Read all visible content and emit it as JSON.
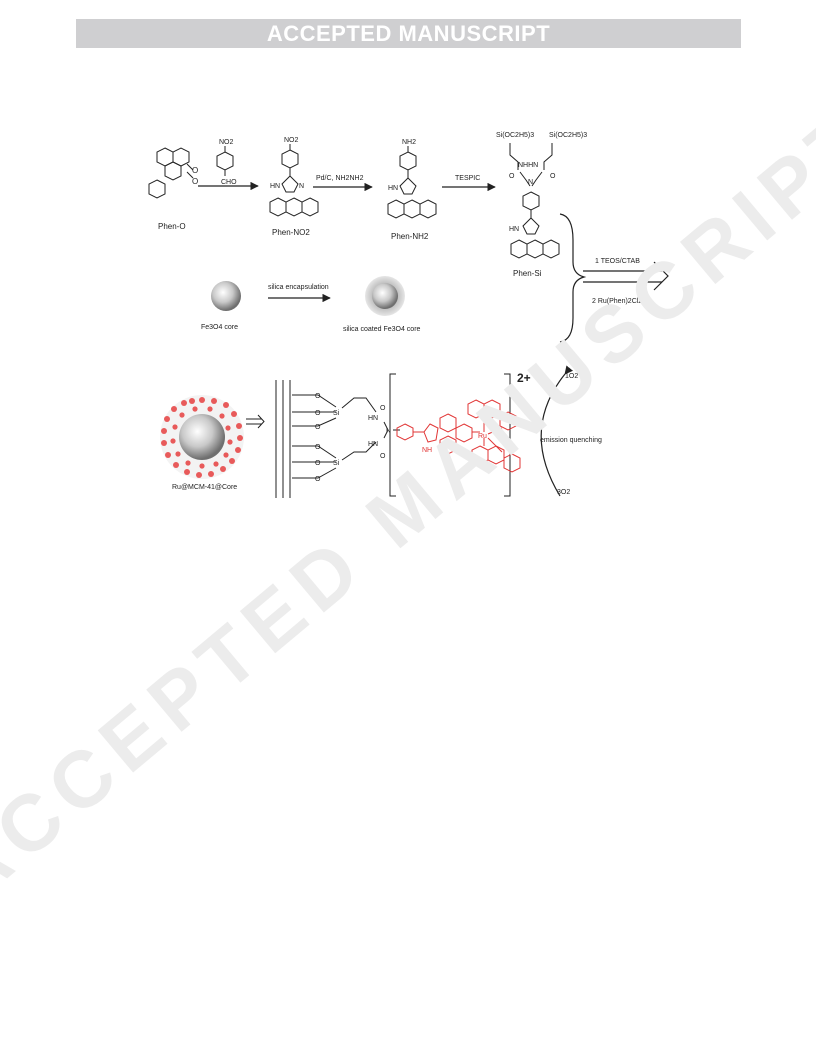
{
  "header": {
    "banner": "ACCEPTED MANUSCRIPT"
  },
  "watermark": {
    "text": "ACCEPTED MANUSCRIPT"
  },
  "scheme": {
    "reagent_no2": "NO2",
    "reagent_cho": "CHO",
    "label_phen_o": "Phen-O",
    "label_phen_no2": "Phen-NO2",
    "label_phen_nh2": "Phen-NH2",
    "label_phen_si": "Phen-Si",
    "cond_reduction": "Pd/C, NH2NH2",
    "cond_tespic": "TESPIC",
    "group_nh2": "NH2",
    "group_si_left": "Si(OC2H5)3",
    "group_si_right": "Si(OC2H5)3",
    "label_core": "Fe3O4 core",
    "label_coated": "silica coated Fe3O4 core",
    "cond_silica": "silica encapsulation",
    "step1": "1 TEOS/CTAB",
    "step2": "2 Ru(Phen)2Cl2",
    "label_ru_mcm": "Ru@MCM-41@Core",
    "charge": "2+",
    "singlet_o2": "1O2",
    "triplet_o2": "3O2",
    "emission": "emission quenching",
    "hn": "HN",
    "nh": "NH",
    "n": "N",
    "o": "O",
    "si": "Si",
    "ru": "Ru",
    "nhhn": "NHHN"
  }
}
